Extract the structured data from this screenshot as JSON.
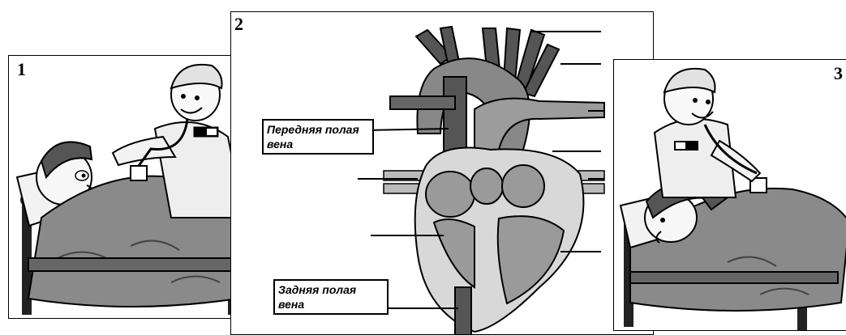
{
  "panels": [
    {
      "number": "1"
    },
    {
      "number": "2"
    },
    {
      "number": "3"
    }
  ],
  "labels": {
    "anterior_vena_cava": "Передняя полая вена",
    "posterior_vena_cava": "Задняя полая вена"
  },
  "colors": {
    "vessel_dark": "#555555",
    "vessel_mid": "#888888",
    "heart_light": "#d8d8d8",
    "chamber": "#9a9a9a",
    "blanket": "#8a8a8a",
    "outline": "#000000"
  }
}
